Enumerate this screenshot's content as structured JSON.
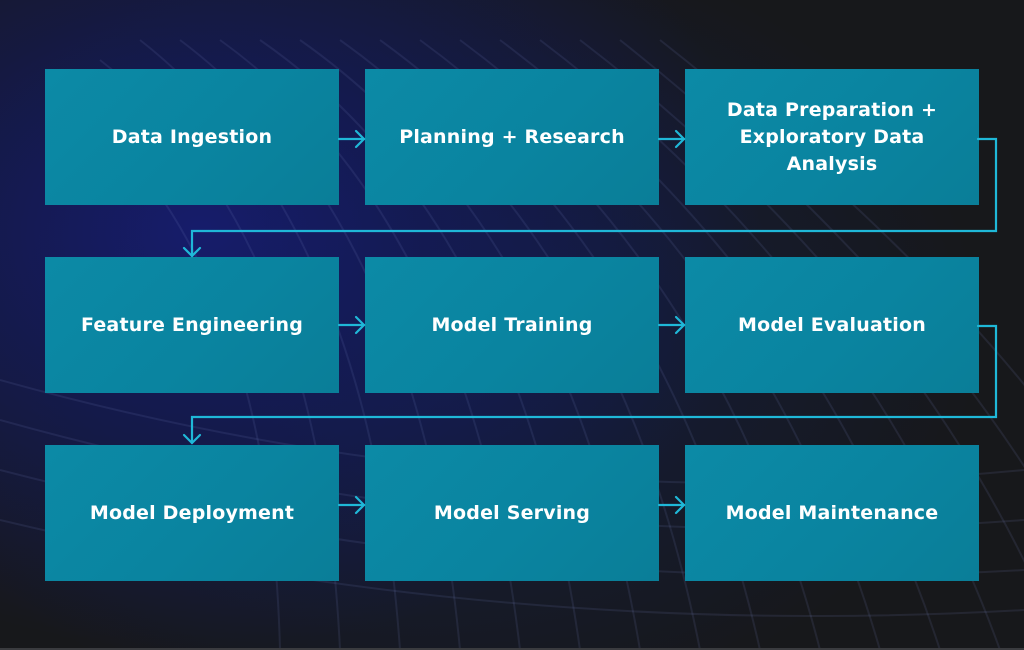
{
  "diagram": {
    "title": "",
    "accent_color": "#1fb8d8",
    "box_color": "#0b86a2",
    "background_color": "#17181b",
    "steps": [
      {
        "label": "Data Ingestion"
      },
      {
        "label": "Planning + Research"
      },
      {
        "label": "Data Preparation + Exploratory Data Analysis"
      },
      {
        "label": "Feature Engineering"
      },
      {
        "label": "Model Training"
      },
      {
        "label": "Model Evaluation"
      },
      {
        "label": "Model Deployment"
      },
      {
        "label": "Model Serving"
      },
      {
        "label": "Model Maintenance"
      }
    ],
    "flow": [
      {
        "from": "Data Ingestion",
        "to": "Planning + Research",
        "icon": "arrow-right-icon"
      },
      {
        "from": "Planning + Research",
        "to": "Data Preparation + Exploratory Data Analysis",
        "icon": "arrow-right-icon"
      },
      {
        "from": "Data Preparation + Exploratory Data Analysis",
        "to": "Feature Engineering",
        "icon": "elbow-arrow-down-icon"
      },
      {
        "from": "Feature Engineering",
        "to": "Model Training",
        "icon": "arrow-right-icon"
      },
      {
        "from": "Model Training",
        "to": "Model Evaluation",
        "icon": "arrow-right-icon"
      },
      {
        "from": "Model Evaluation",
        "to": "Model Deployment",
        "icon": "elbow-arrow-down-icon"
      },
      {
        "from": "Model Deployment",
        "to": "Model Serving",
        "icon": "arrow-right-icon"
      },
      {
        "from": "Model Serving",
        "to": "Model Maintenance",
        "icon": "arrow-right-icon"
      }
    ]
  }
}
